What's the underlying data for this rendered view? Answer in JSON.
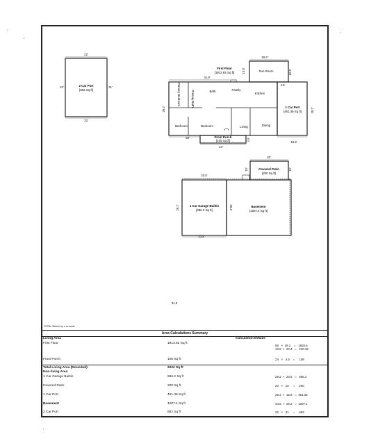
{
  "rooms": {
    "carport2": {
      "title": "2 Car Port",
      "area": "[682 Sq ft]",
      "dim_top": "22'",
      "dim_bottom": "22'",
      "dim_left": "31'",
      "dim_right": "31'"
    },
    "first_floor": {
      "title": "First Floor",
      "area": "[1913.92 Sq ft]"
    },
    "sun_room": "Sun Room",
    "primary_bedroom": "Primary Bedroom",
    "primary_bath": "Primary Bath",
    "bath": "Bath",
    "family": "Family",
    "kitchen": "Kitchen",
    "bedroom_left": "Bedroom",
    "bedroom_mid": "Bedroom",
    "living": "Living",
    "dining": "Dining",
    "carport1": {
      "title": "1 Car Port",
      "area": "[461.36 Sq ft]"
    },
    "front_porch": {
      "title": "Front Porch",
      "area": "[108 Sq ft]"
    },
    "covered_patio": {
      "title": "Covered Patio",
      "area": "[200 Sq ft]"
    },
    "garage": {
      "title": "1 Car Garage Builtin",
      "area": "[686.2 Sq ft]"
    },
    "basement": {
      "title": "Basement",
      "area": "[1007.4 Sq ft]"
    }
  },
  "dims": {
    "sun_top": "20.4'",
    "sun_left": "10.8'",
    "sun_right": "10.8'",
    "house_top": "41.9'",
    "carport1_top": "4.5'",
    "house_left": "29.2'",
    "carport1_right": "29.2'",
    "house_bottom": "58'",
    "porch_bottom": "24'",
    "porch_right": "4.5'",
    "carport1_bottom": "15.8'",
    "patio_top": "20'",
    "patio_left": "10'",
    "patio_right": "10'",
    "garage_top": "23.5'",
    "garage_left": "29.2'",
    "garage_right": "29.2'",
    "garage_bottom": "23.5'",
    "basement_stray": "34.5"
  },
  "summary": {
    "credit": "TOTAL Sketch by a la mode",
    "title": "Area Calculations Summary",
    "living_area_head": "Living Area",
    "calc_details_head": "Calculation Details",
    "rows": [
      {
        "name": "First Floor",
        "area": "1913.92 Sq ft",
        "calc": "58   ×  29.2    =   1693.6\n10.8  ×  20.4   =   220.32"
      },
      {
        "name": "Front Porch",
        "area": "108 Sq ft",
        "calc": "24   ×   4.5    =     108"
      },
      {
        "name": "Total Living Area (Rounded):",
        "area": "2022 Sq ft",
        "calc": ""
      },
      {
        "name": "Non-living Area",
        "area": "",
        "calc": ""
      },
      {
        "name": "1 Car Garage Builtin",
        "area": "686.2 Sq ft",
        "calc": "29.2  ×  23.5   =   686.2"
      },
      {
        "name": "Covered Patio",
        "area": "200 Sq ft",
        "calc": "20   ×   10     =     200"
      },
      {
        "name": "1 Car Port",
        "area": "461.36 Sq ft",
        "calc": "29.2  ×  15.8   =  461.36"
      },
      {
        "name": "Basement",
        "area": "1007.4 Sq ft",
        "calc": "34.5  ×  29.2   =  1007.4"
      },
      {
        "name": "2 Car Port",
        "area": "682 Sq ft",
        "calc": "22   ×   31     =     682"
      }
    ]
  }
}
